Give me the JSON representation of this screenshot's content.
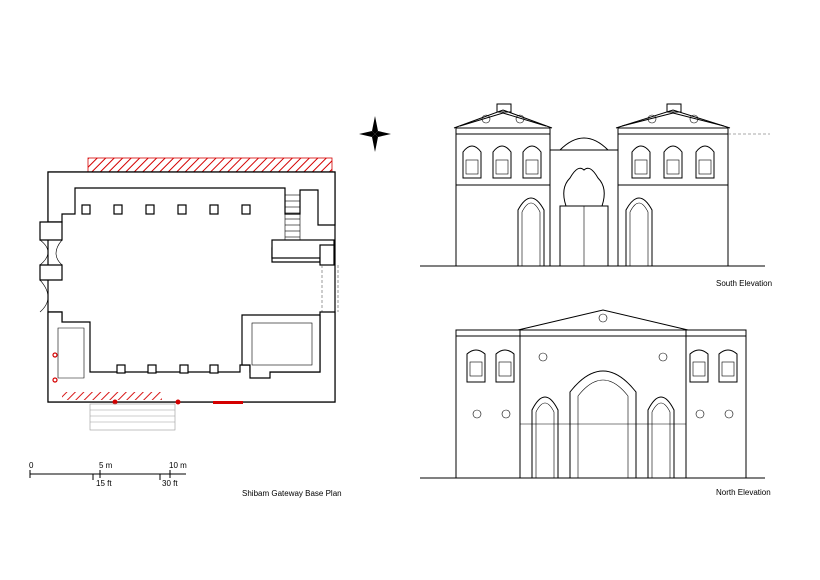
{
  "plan": {
    "caption": "Shibam Gateway Base Plan",
    "scale": {
      "metric_ticks": [
        "0",
        "5 m",
        "10 m"
      ],
      "imperial_ticks": [
        "15 ft",
        "30 ft"
      ]
    }
  },
  "south_elevation": {
    "caption": "South Elevation"
  },
  "north_elevation": {
    "caption": "North Elevation"
  },
  "colors": {
    "line": "#000000",
    "highlight": "#d40000",
    "background": "#ffffff"
  },
  "icons": [
    "compass-rose-icon"
  ]
}
